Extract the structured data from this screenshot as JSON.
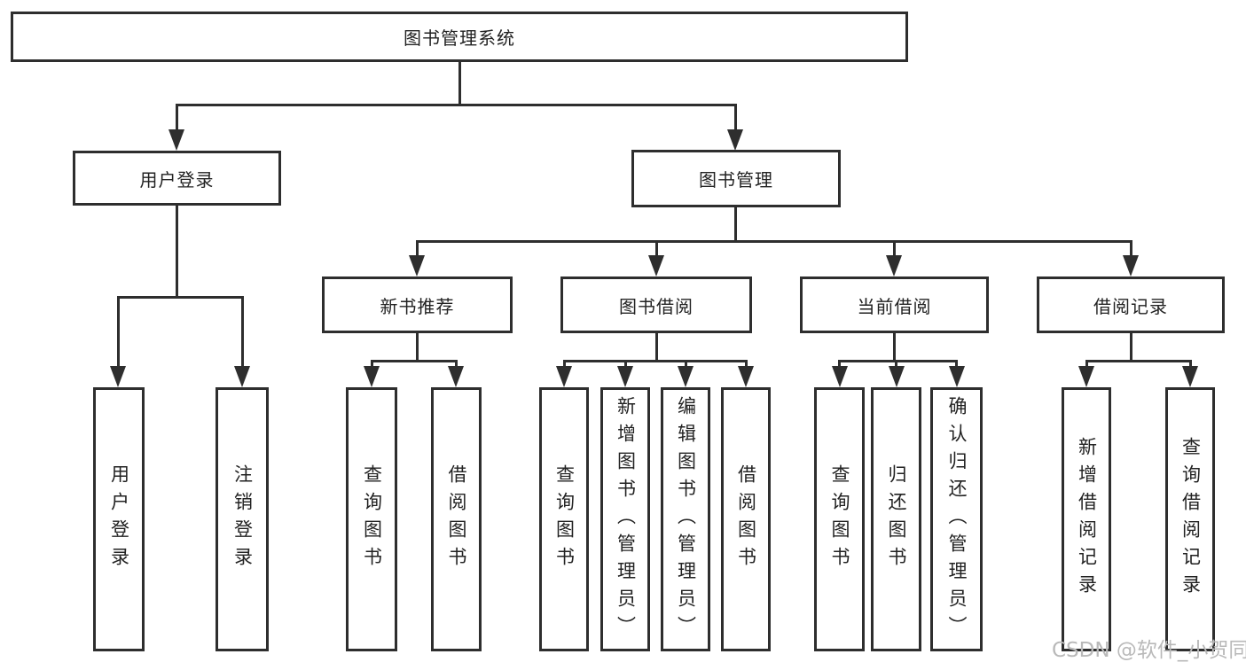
{
  "diagram": {
    "title_node": {
      "label": "图书管理系统"
    },
    "level2": [
      {
        "label": "用户登录"
      },
      {
        "label": "图书管理"
      }
    ],
    "level3": [
      {
        "label": "新书推荐",
        "parent": "图书管理"
      },
      {
        "label": "图书借阅",
        "parent": "图书管理"
      },
      {
        "label": "当前借阅",
        "parent": "图书管理"
      },
      {
        "label": "借阅记录",
        "parent": "图书管理"
      }
    ],
    "leaves": [
      {
        "label": "用户登录",
        "parent": "用户登录"
      },
      {
        "label": "注销登录",
        "parent": "用户登录"
      },
      {
        "label": "查询图书",
        "parent": "新书推荐"
      },
      {
        "label": "借阅图书",
        "parent": "新书推荐"
      },
      {
        "label": "查询图书",
        "parent": "图书借阅"
      },
      {
        "label": "新增图书（管理员）",
        "parent": "图书借阅"
      },
      {
        "label": "编辑图书（管理员）",
        "parent": "图书借阅"
      },
      {
        "label": "借阅图书",
        "parent": "图书借阅"
      },
      {
        "label": "查询图书",
        "parent": "当前借阅"
      },
      {
        "label": "归还图书",
        "parent": "当前借阅"
      },
      {
        "label": "确认归还（管理员）",
        "parent": "当前借阅"
      },
      {
        "label": "新增借阅记录",
        "parent": "借阅记录"
      },
      {
        "label": "查询借阅记录",
        "parent": "借阅记录"
      }
    ],
    "watermark": "CSDN @软件_小贺同学",
    "colors": {
      "line": "#2e2e2e",
      "box_background": "#ffffff",
      "text": "#222222",
      "watermark": "#b9b9b9"
    }
  }
}
